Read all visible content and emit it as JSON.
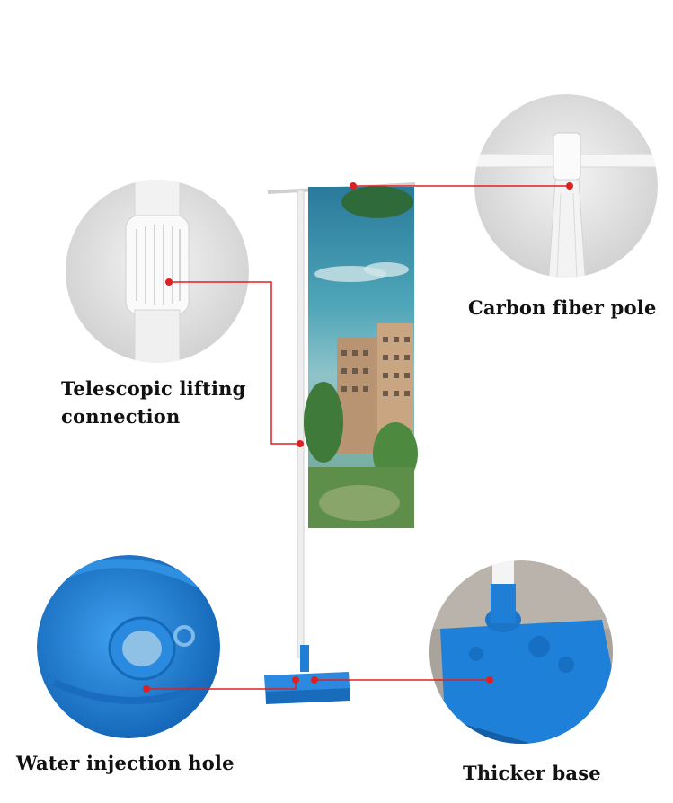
{
  "callouts": {
    "carbon_pole": "Carbon fiber pole",
    "telescopic_line1": "Telescopic lifting",
    "telescopic_line2": "connection",
    "water_hole": "Water injection hole",
    "thicker_base": "Thicker base"
  },
  "colors": {
    "leader_line": "#e02020",
    "base_blue": "#1f7fd6",
    "pole_white": "#f4f4f4",
    "circle_bg": "#e4e4e4"
  }
}
